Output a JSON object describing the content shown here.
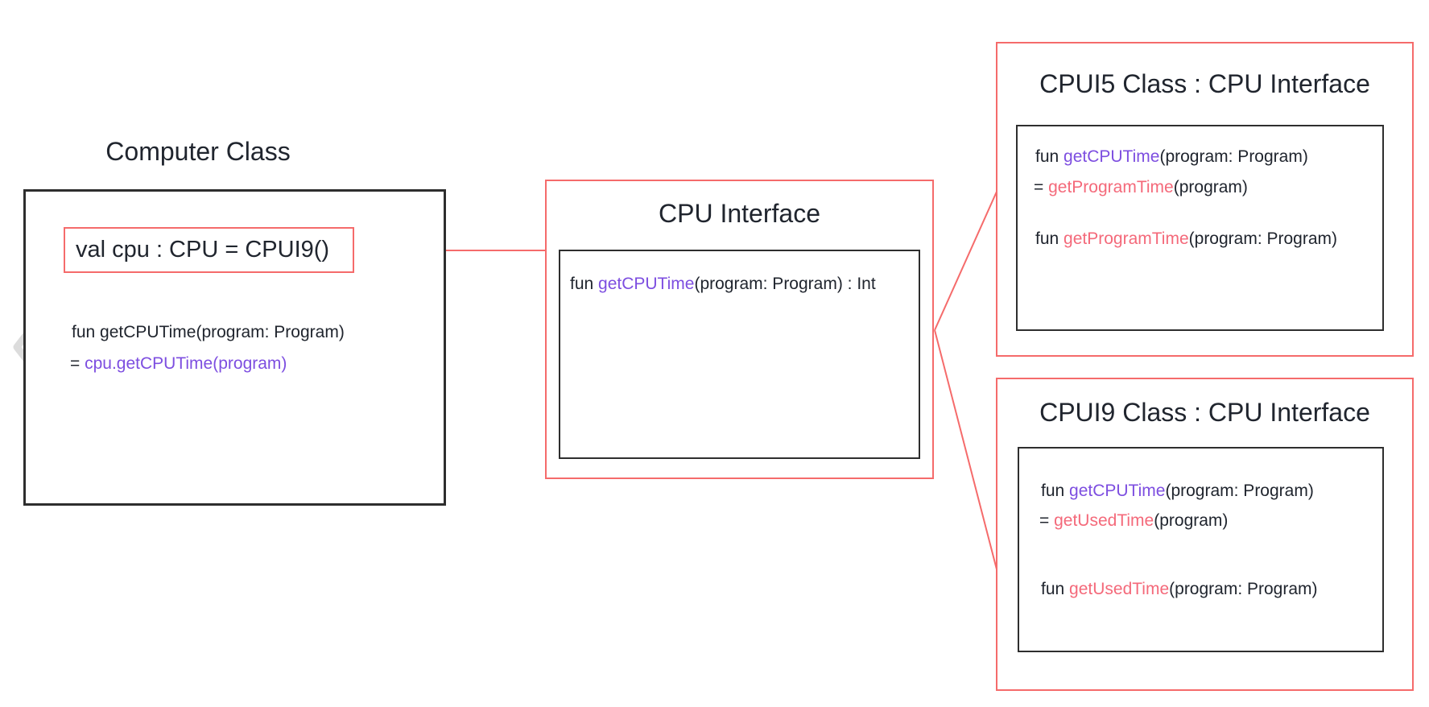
{
  "colors": {
    "accent_red": "#f56b6b",
    "function_red": "#f4697a",
    "purple": "#7d4ee0",
    "text_dark": "#20252e",
    "box_border_black": "#2e2e2e",
    "chevron_gray": "#dcdcdc"
  },
  "nav": {
    "prev_icon": "chevron-left"
  },
  "computer_class": {
    "title": "Computer Class",
    "val_box_text": "val cpu : CPU = CPUI9()",
    "code_line1": {
      "seg1": "fun getCPUTime(program: Program)"
    },
    "code_line2": {
      "seg1": "= ",
      "seg2": "cpu.getCPUTime(program)"
    }
  },
  "cpu_interface": {
    "title": "CPU Interface",
    "code_line1": {
      "seg1": "fun ",
      "seg2": "getCPUTime",
      "seg3": "(program: Program) : Int"
    }
  },
  "cpui5": {
    "title": "CPUI5 Class : CPU Interface",
    "code_line1": {
      "seg1": "fun ",
      "seg2": "getCPUTime",
      "seg3": "(program: Program)"
    },
    "code_line2": {
      "seg1": "= ",
      "seg2": "getProgramTime",
      "seg3": "(program)"
    },
    "code_line3": {
      "seg1": "fun ",
      "seg2": "getProgramTime",
      "seg3": "(program: Program)"
    }
  },
  "cpui9": {
    "title": "CPUI9 Class : CPU Interface",
    "code_line1": {
      "seg1": "fun ",
      "seg2": "getCPUTime",
      "seg3": "(program: Program)"
    },
    "code_line2": {
      "seg1": "= ",
      "seg2": "getUsedTime",
      "seg3": "(program)"
    },
    "code_line3": {
      "seg1": "fun ",
      "seg2": "getUsedTime",
      "seg3": "(program: Program)"
    }
  }
}
